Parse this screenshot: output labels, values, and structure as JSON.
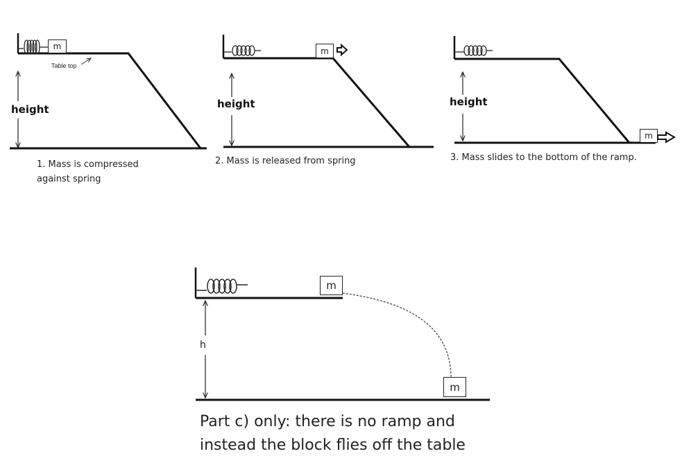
{
  "panel1": {
    "mass": "m",
    "table_label": "Table top",
    "height_label": "height",
    "caption_line1": "1. Mass is compressed",
    "caption_line2": "against spring"
  },
  "panel2": {
    "mass": "m",
    "height_label": "height",
    "caption": "2. Mass is released from spring"
  },
  "panel3": {
    "mass": "m",
    "height_label": "height",
    "caption": "3. Mass slides to the bottom of the ramp."
  },
  "panel4": {
    "mass_top": "m",
    "mass_bottom": "m",
    "height_label": "h",
    "caption_line1": "Part c) only: there is no ramp and",
    "caption_line2": "instead the block flies off the table"
  }
}
